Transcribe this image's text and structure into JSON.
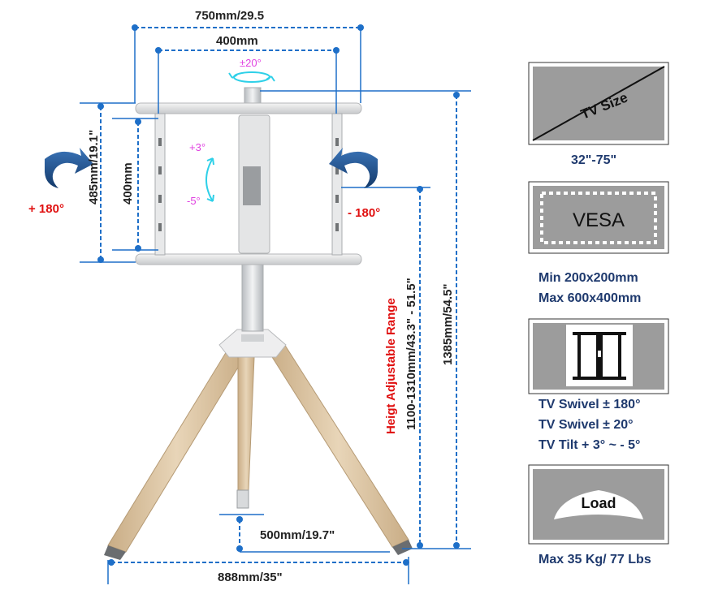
{
  "dimensions": {
    "top_width": "750mm/29.5",
    "vesa_width": "400mm",
    "swivel_small": "±20°",
    "bracket_height": "485mm/19.1\"",
    "vesa_height": "400mm",
    "tilt_up": "+3°",
    "tilt_down": "-5°",
    "rotate_left": "+ 180°",
    "rotate_right": "- 180°",
    "height_range_title": "Heigt Adjustable Range",
    "height_range_value": "1100-1310mm/43.3\" - 51.5\"",
    "total_height": "1385mm/54.5\"",
    "leg_spread": "500mm/19.7\"",
    "base_width": "888mm/35\""
  },
  "panels": {
    "tv_size": {
      "label": "TV Size",
      "caption": "32\"-75\""
    },
    "vesa": {
      "label": "VESA",
      "caption_line1": "Min 200x200mm",
      "caption_line2": "Max 600x400mm"
    },
    "swivel": {
      "caption_line1": "TV Swivel ± 180°",
      "caption_line2": "TV Swivel ± 20°",
      "caption_line3": "TV Tilt + 3°  ~ - 5°"
    },
    "load": {
      "label": "Load",
      "caption": "Max 35 Kg/ 77 Lbs"
    }
  },
  "colors": {
    "accent_blue": "#1e6fc8",
    "arrow_navy": "#1f4f8a",
    "red_text": "#e01010",
    "magenta": "#e040e0",
    "cyan": "#2ed0e8",
    "caption_navy": "#1f3a6e",
    "panel_gray": "#999999",
    "wood": "#dcc5a4",
    "frame_white": "#e6e6e6"
  }
}
